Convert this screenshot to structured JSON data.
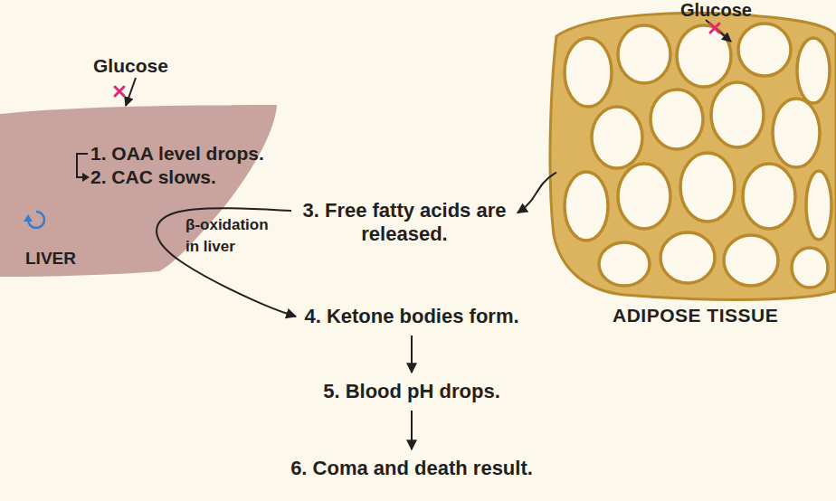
{
  "diagram": {
    "nodes": [
      {
        "text": [
          "1. OAA level drops.",
          "2. CAC slows.",
          "LIVER"
        ]
      },
      {
        "text": [
          "ADIPOSE TISSUE"
        ]
      },
      {
        "text": [
          "3. Free fatty acids are released."
        ]
      },
      {
        "text": [
          "4. Ketone bodies form."
        ]
      },
      {
        "text": [
          "5. Blood pH drops."
        ]
      },
      {
        "text": [
          "6. Coma and death result."
        ]
      }
    ],
    "edges": [
      {
        "from": 1,
        "to": 2,
        "arrow": "to"
      },
      {
        "from": 2,
        "to": 3,
        "label": "β-oxidation in liver",
        "arrow": "to"
      },
      {
        "from": 3,
        "to": 4,
        "arrow": "to"
      },
      {
        "from": 4,
        "to": 5,
        "arrow": "to"
      }
    ],
    "labels": [
      "Glucose",
      "Glucose"
    ]
  }
}
